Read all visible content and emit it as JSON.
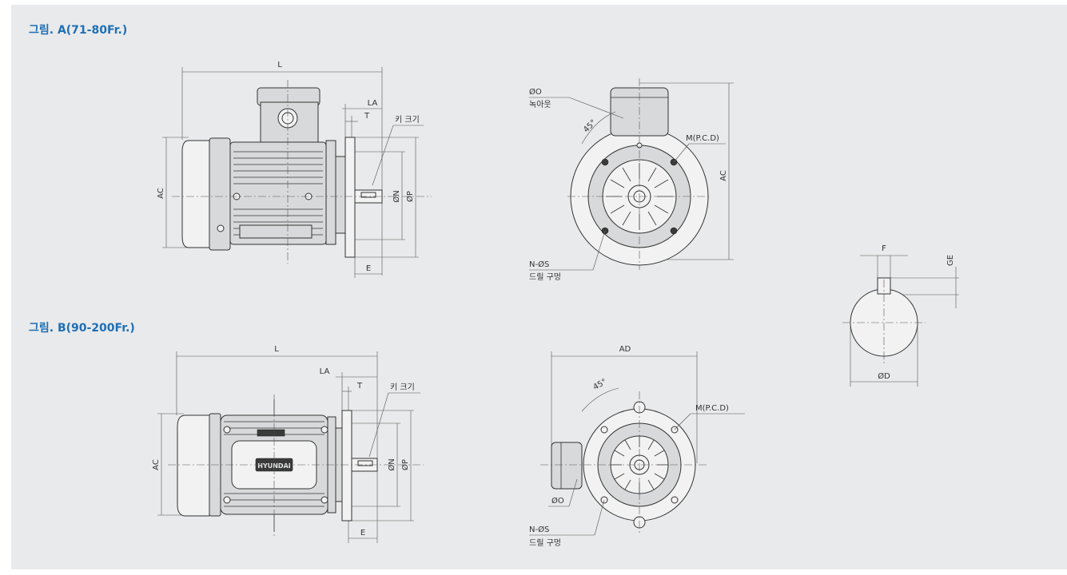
{
  "figure_a": {
    "title": "그림. A(71-80Fr.)",
    "side": {
      "L": "L",
      "LA": "LA",
      "T": "T",
      "key": "키 크기",
      "AC": "AC",
      "N": "ØN",
      "P": "ØP",
      "E": "E"
    },
    "front": {
      "O": "ØO",
      "O_note": "녹아웃",
      "angle": "45°",
      "M": "M(P.C.D)",
      "AC": "AC",
      "S": "N-ØS",
      "S_note": "드릴 구멍"
    }
  },
  "figure_b": {
    "title": "그림. B(90-200Fr.)",
    "side": {
      "L": "L",
      "LA": "LA",
      "T": "T",
      "key": "키 크기",
      "AC": "AC",
      "N": "ØN",
      "P": "ØP",
      "E": "E",
      "brand": "HYUNDAI"
    },
    "front": {
      "AD": "AD",
      "angle": "45°",
      "M": "M(P.C.D)",
      "O": "ØO",
      "S": "N-ØS",
      "S_note": "드릴 구멍"
    }
  },
  "shaft_detail": {
    "F": "F",
    "GE": "GE",
    "D": "ØD"
  }
}
